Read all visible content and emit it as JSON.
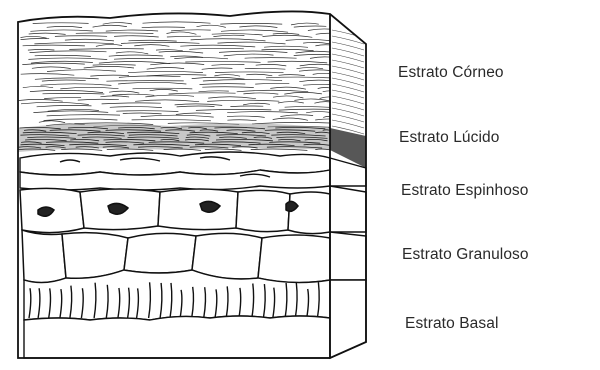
{
  "diagram": {
    "layers": [
      {
        "id": "corneo",
        "label": "Estrato Córneo"
      },
      {
        "id": "lucido",
        "label": "Estrato Lúcido"
      },
      {
        "id": "espinhoso",
        "label": "Estrato Espinhoso"
      },
      {
        "id": "granuloso",
        "label": "Estrato Granuloso"
      },
      {
        "id": "basal",
        "label": "Estrato Basal"
      }
    ],
    "colors": {
      "ink": "#1a1a1a",
      "paper": "#ffffff",
      "lucido_band": "#6d6d6d"
    }
  }
}
